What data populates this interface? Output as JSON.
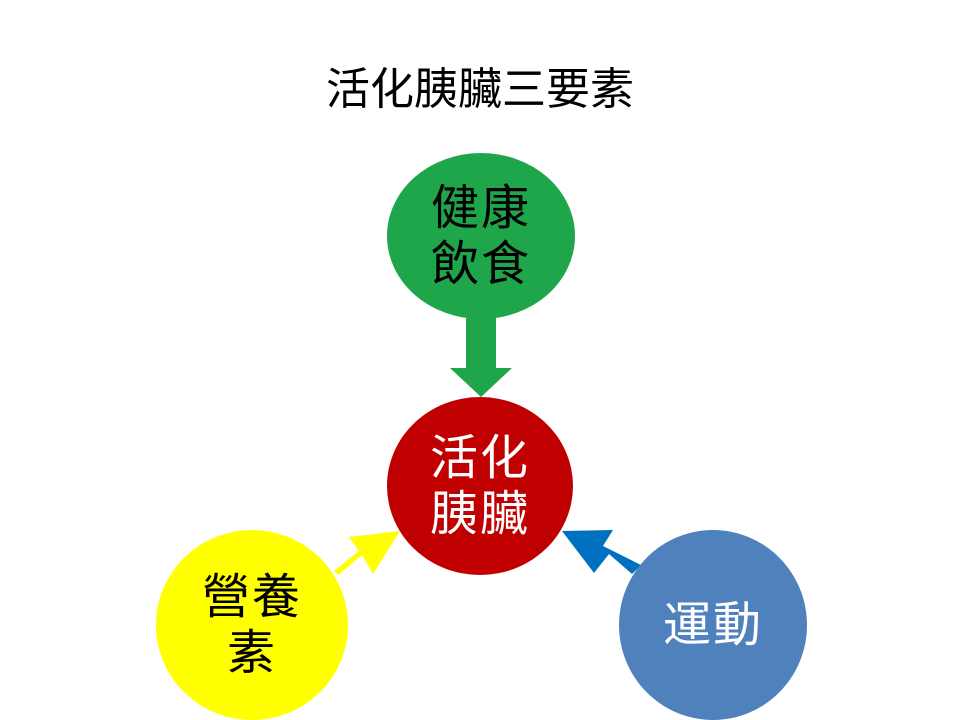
{
  "title": "活化胰臟三要素",
  "nodes": {
    "top": {
      "line1": "健康",
      "line2": "飲食",
      "color": "#1fa64b"
    },
    "center": {
      "line1": "活化",
      "line2": "胰臟",
      "color": "#c00000"
    },
    "left": {
      "line1": "營養",
      "line2": "素",
      "color": "#ffff00"
    },
    "right": {
      "line1": "運動",
      "color": "#4f81bd"
    }
  },
  "arrows": {
    "top": {
      "color": "#1fa64b"
    },
    "left": {
      "color": "#ffff00"
    },
    "right": {
      "color": "#0070c0"
    }
  }
}
